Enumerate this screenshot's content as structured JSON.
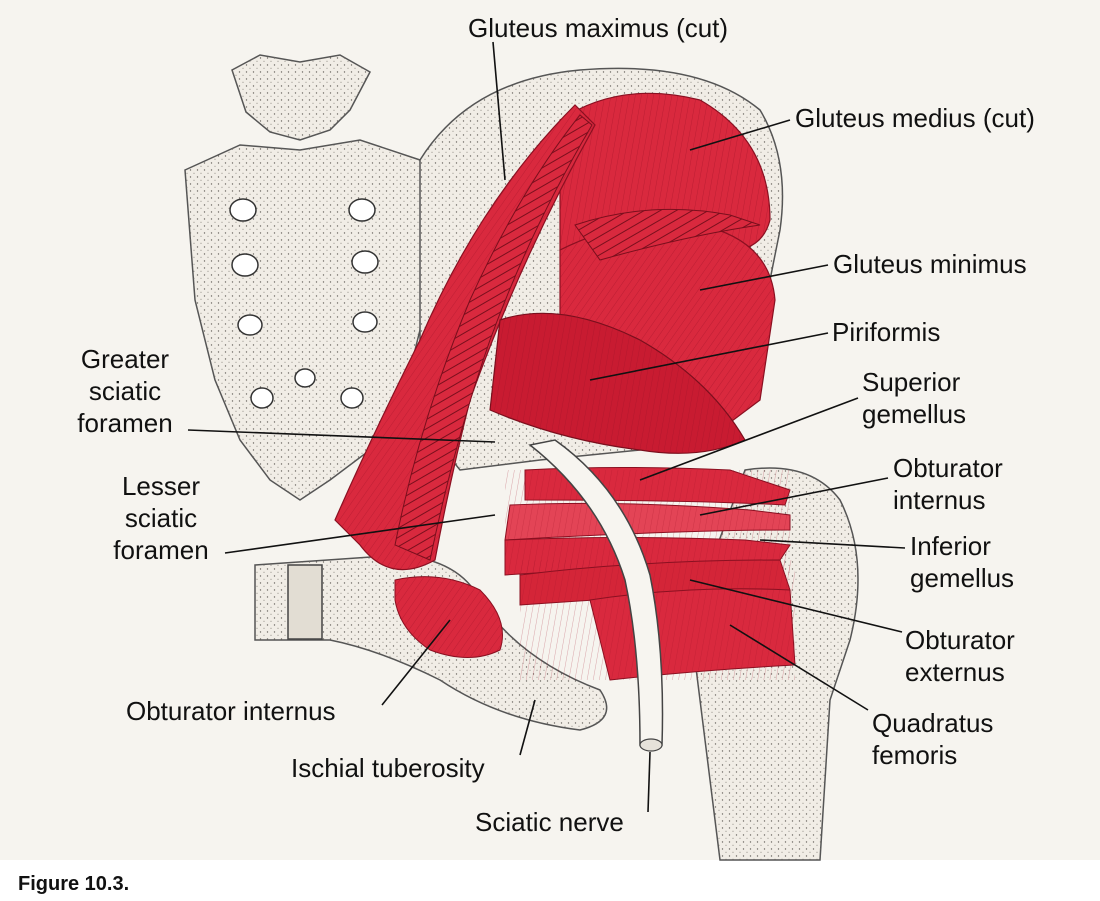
{
  "figure": {
    "caption": "Figure  10.3."
  },
  "colors": {
    "muscle": "#d9293e",
    "muscle_dark": "#b3172c",
    "bone": "#f1ede6",
    "bone_stipple": "#6e6a64",
    "nerve": "#f7f5f0",
    "line": "#111111",
    "background_paper": "#f6f4ef"
  },
  "labels": {
    "gluteus_maximus": [
      "Gluteus maximus (cut)"
    ],
    "gluteus_medius": [
      "Gluteus medius (cut)"
    ],
    "gluteus_minimus": [
      "Gluteus minimus"
    ],
    "piriformis": [
      "Piriformis"
    ],
    "superior_gemellus": [
      "Superior",
      "gemellus"
    ],
    "obturator_internus_right": [
      "Obturator",
      "internus"
    ],
    "inferior_gemellus": [
      "Inferior",
      "gemellus"
    ],
    "obturator_externus": [
      "Obturator",
      "externus"
    ],
    "quadratus_femoris": [
      "Quadratus",
      "femoris"
    ],
    "greater_sciatic_foramen": [
      "Greater",
      "sciatic",
      "foramen"
    ],
    "lesser_sciatic_foramen": [
      "Lesser",
      "sciatic",
      "foramen"
    ],
    "obturator_internus_left": [
      "Obturator internus"
    ],
    "ischial_tuberosity": [
      "Ischial tuberosity"
    ],
    "sciatic_nerve": [
      "Sciatic nerve"
    ]
  }
}
